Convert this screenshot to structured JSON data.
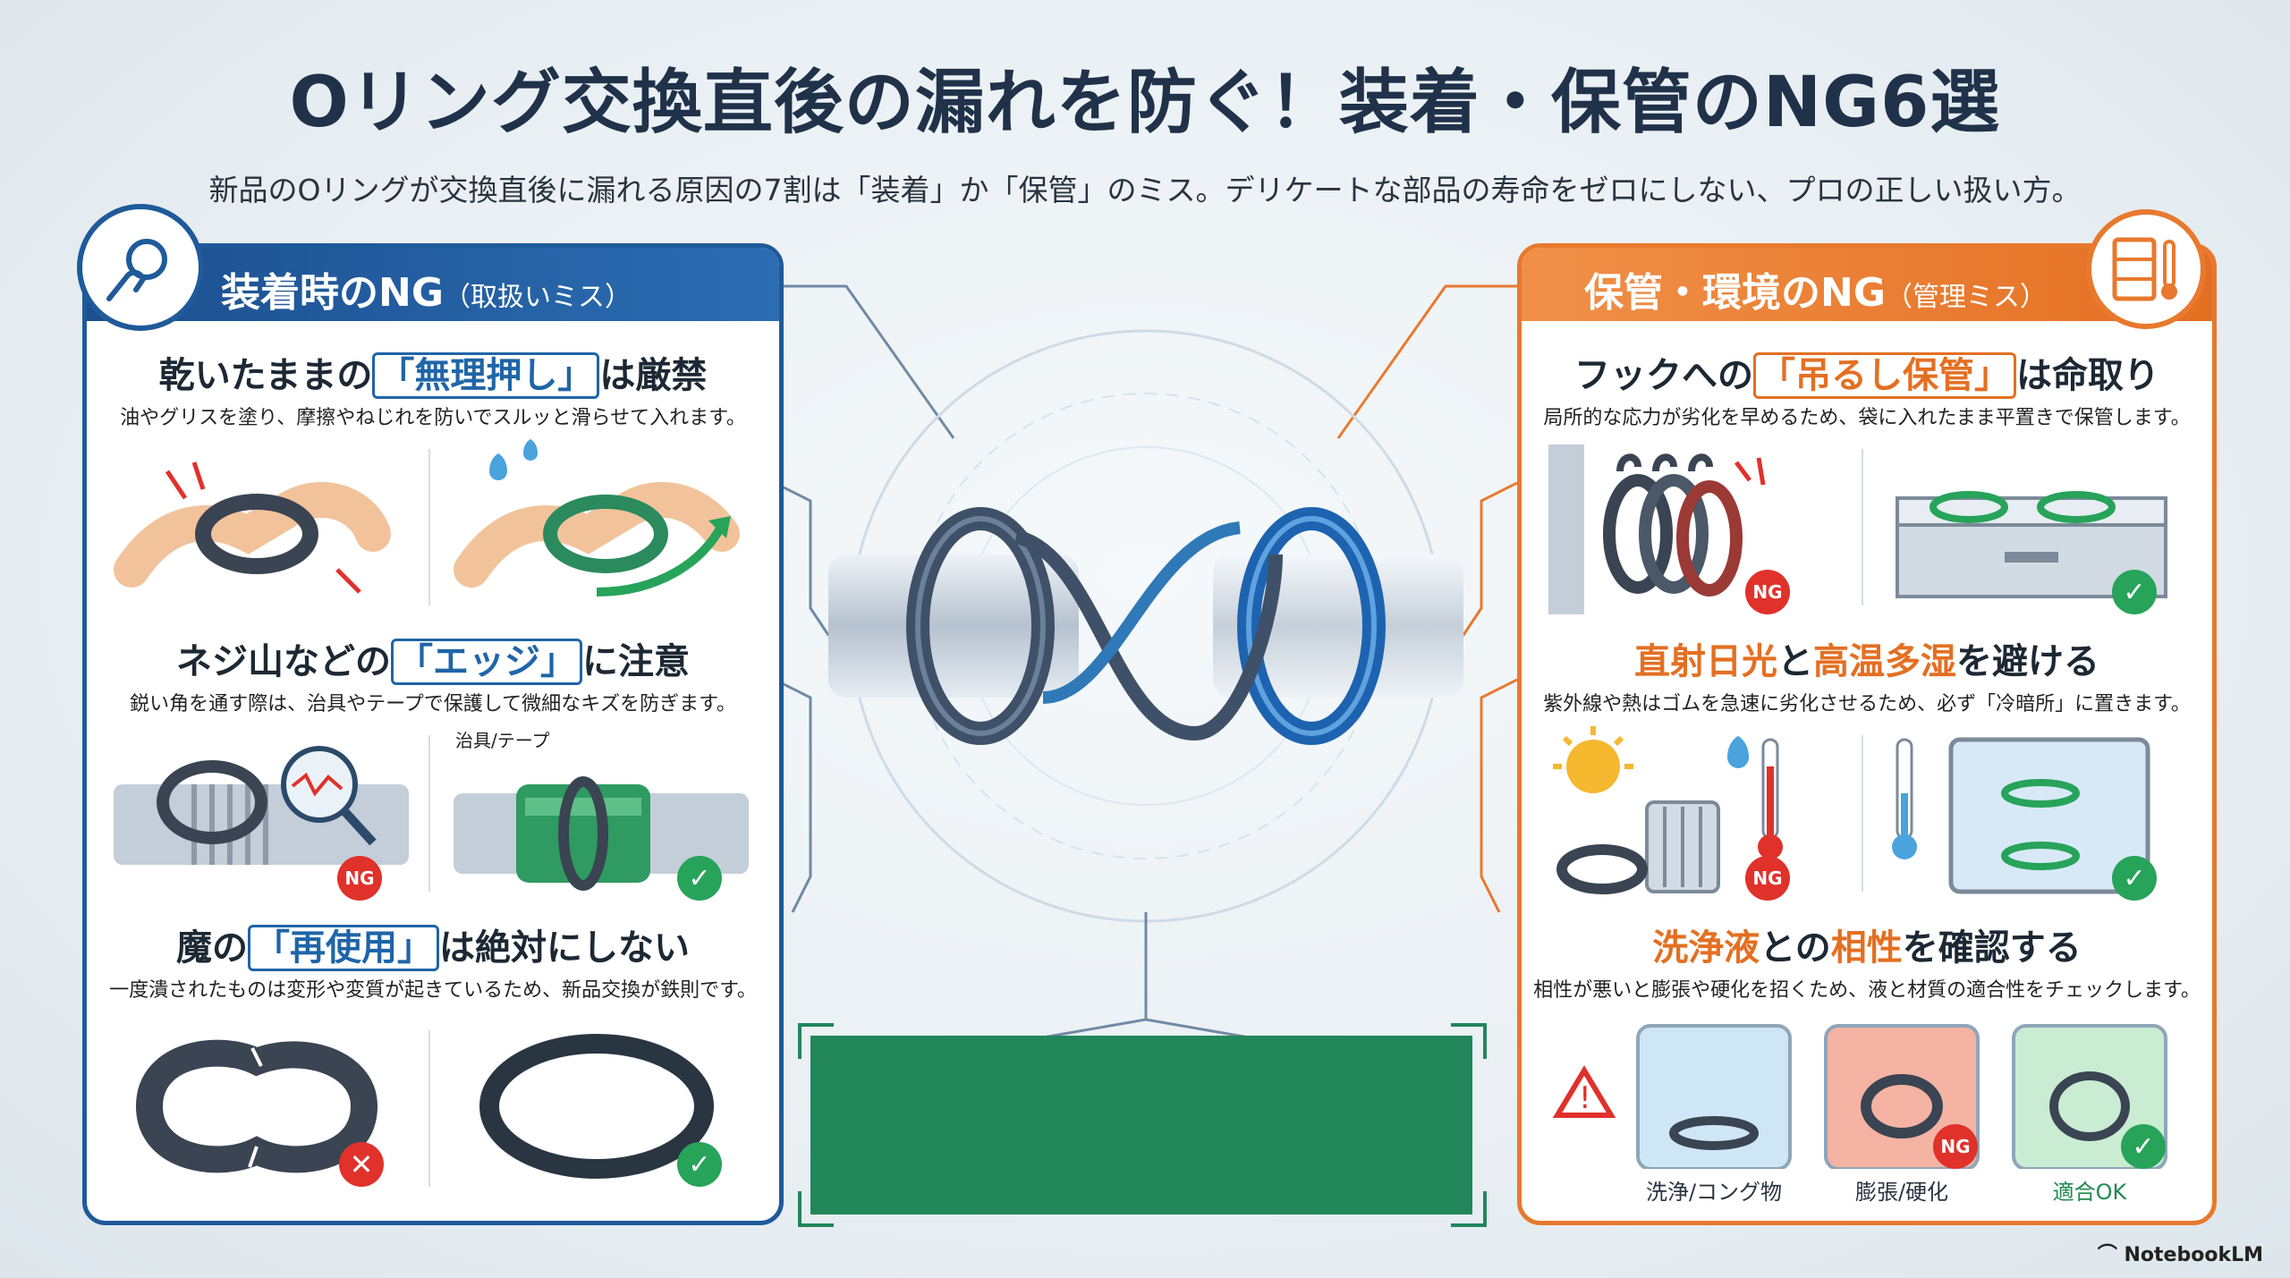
{
  "header": {
    "title": "Oリング交換直後の漏れを防ぐ！装着・保管のNG6選",
    "subtitle": "新品のOリングが交換直後に漏れる原因の7割は「装着」か「保管」のミス。デリケートな部品の寿命をゼロにしない、プロの正しい扱い方。"
  },
  "left_panel": {
    "title": "装着時のNG",
    "title_sub": "（取扱いミス）",
    "icon": "hand-ring-icon",
    "sections": [
      {
        "title_pre": "乾いたままの",
        "title_hl": "「無理押し」",
        "title_post": "は厳禁",
        "desc": "油やグリスを塗り、摩擦やねじれを防いでスルッと滑らせて入れます。"
      },
      {
        "title_pre": "ネジ山などの",
        "title_hl": "「エッジ」",
        "title_post": "に注意",
        "desc": "鋭い角を通す際は、治具やテープで保護して微細なキズを防ぎます。",
        "label": "治具/テープ",
        "ng": "NG"
      },
      {
        "title_pre": "魔の",
        "title_hl": "「再使用」",
        "title_post": "は絶対にしない",
        "desc": "一度潰されたものは変形や変質が起きているため、新品交換が鉄則です。"
      }
    ]
  },
  "right_panel": {
    "title": "保管・環境のNG",
    "title_sub": "（管理ミス）",
    "icon": "cabinet-thermometer-icon",
    "sections": [
      {
        "title_pre": "フックへの",
        "title_hl": "「吊るし保管」",
        "title_post": "は命取り",
        "desc": "局所的な応力が劣化を早めるため、袋に入れたまま平置きで保管します。",
        "ng": "NG"
      },
      {
        "title_a": "直射日光",
        "title_b": "と",
        "title_c": "高温多湿",
        "title_d": "を避ける",
        "desc": "紫外線や熱はゴムを急速に劣化させるため、必ず「冷暗所」に置きます。",
        "ng": "NG"
      },
      {
        "title_a": "洗浄液",
        "title_b": "との",
        "title_c": "相性",
        "title_d": "を確認する",
        "desc": "相性が悪いと膨張や硬化を招くため、液と材質の適合性をチェックします。",
        "captions": [
          "洗浄/コング物",
          "膨張/硬化",
          "適合OK"
        ],
        "ng": "NG"
      }
    ]
  },
  "brand": "NotebookLM",
  "colors": {
    "blue": "#1f5a9a",
    "orange": "#e8792e",
    "green": "#21875b"
  }
}
